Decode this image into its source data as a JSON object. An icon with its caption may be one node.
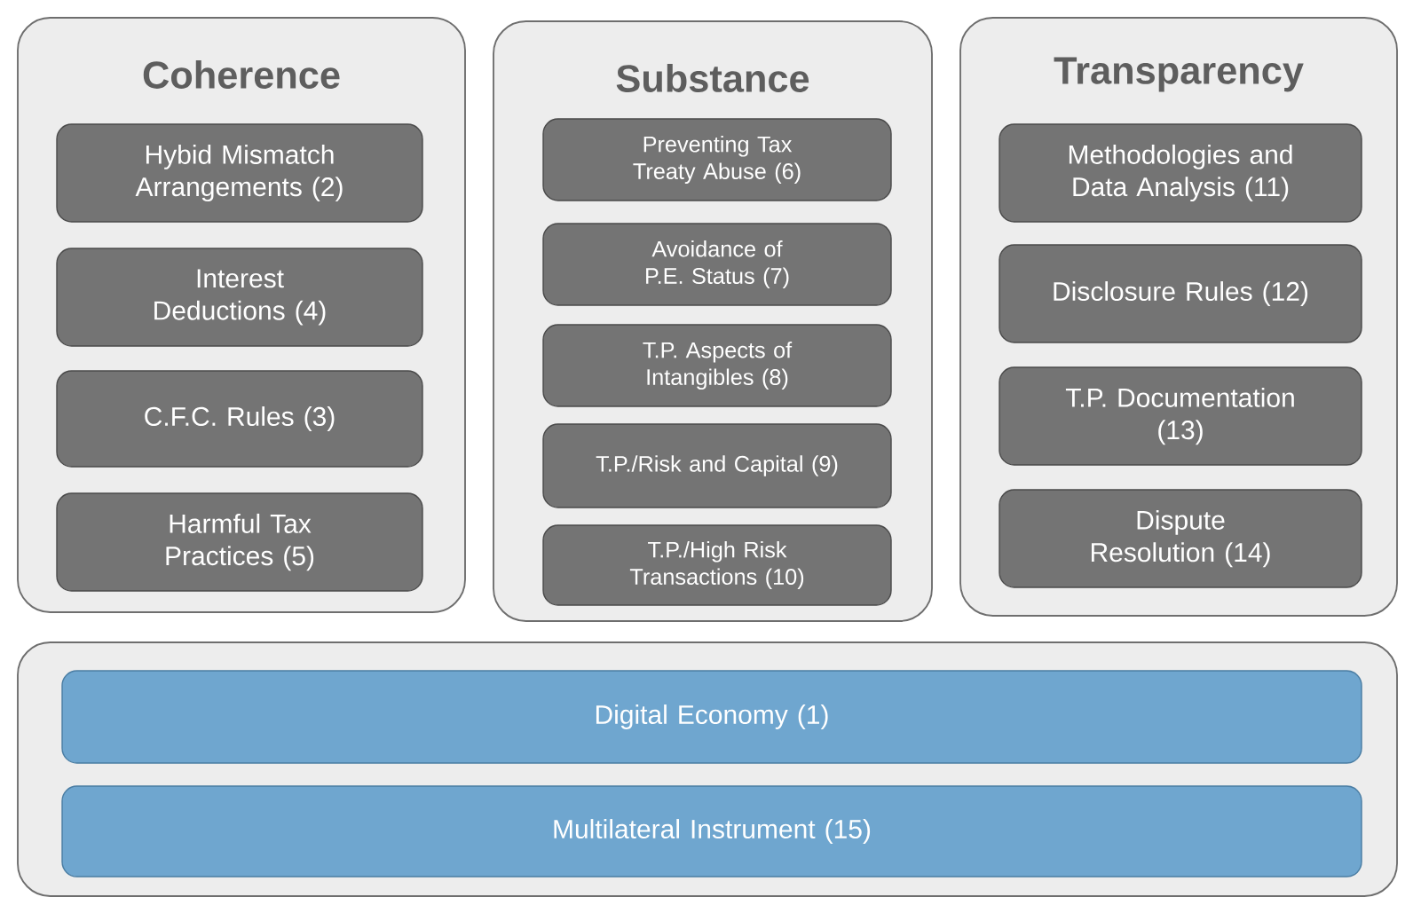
{
  "diagram": {
    "nodes": [
      {
        "text": [
          "Coherence"
        ]
      },
      {
        "text": [
          "Hybid Mismatch Arrangements (2)"
        ],
        "in": 0
      },
      {
        "text": [
          "Interest Deductions (4)"
        ],
        "in": 0
      },
      {
        "text": [
          "C.F.C. Rules (3)"
        ],
        "in": 0
      },
      {
        "text": [
          "Harmful Tax Practices (5)"
        ],
        "in": 0
      },
      {
        "text": [
          "Substance"
        ]
      },
      {
        "text": [
          "Preventing Tax Treaty Abuse (6)"
        ],
        "in": 5
      },
      {
        "text": [
          "Avoidance of P.E. Status (7)"
        ],
        "in": 5
      },
      {
        "text": [
          "T.P. Aspects of Intangibles (8)"
        ],
        "in": 5
      },
      {
        "text": [
          "T.P./Risk and Capital (9)"
        ],
        "in": 5
      },
      {
        "text": [
          "T.P./High Risk Transactions (10)"
        ],
        "in": 5
      },
      {
        "text": [
          "Transparency"
        ]
      },
      {
        "text": [
          "Methodologies and Data Analysis (11)"
        ],
        "in": 11
      },
      {
        "text": [
          "Disclosure Rules (12)"
        ],
        "in": 11
      },
      {
        "text": [
          "T.P. Documentation (13)"
        ],
        "in": 11
      },
      {
        "text": [
          "Dispute Resolution (14)"
        ],
        "in": 11
      },
      {
        "text": [],
        "shape": "box"
      },
      {
        "text": [
          "Digital Economy (1)"
        ],
        "in": 16
      },
      {
        "text": [
          "Multilateral Instrument (15)"
        ],
        "in": 16
      }
    ],
    "edges": []
  }
}
